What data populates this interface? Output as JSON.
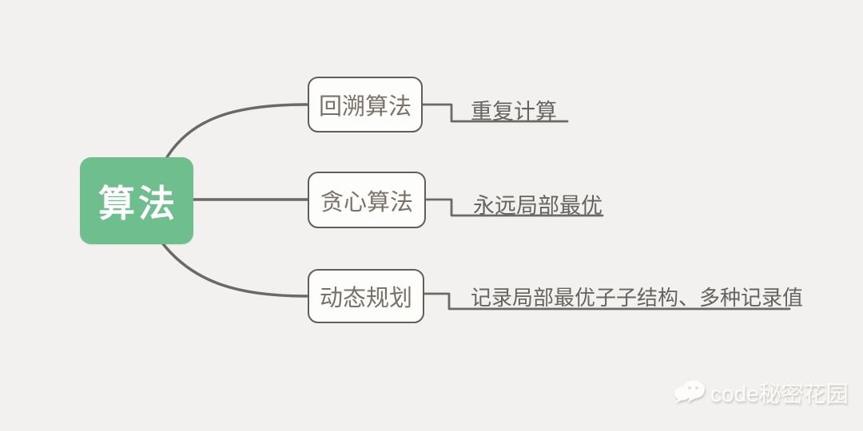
{
  "mindmap": {
    "root": {
      "label": "算法"
    },
    "branches": [
      {
        "node": "回溯算法",
        "leaf": "重复计算"
      },
      {
        "node": "贪心算法",
        "leaf": "永远局部最优"
      },
      {
        "node": "动态规划",
        "leaf": "记录局部最优子子结构、多种记录值"
      }
    ],
    "colors": {
      "background": "#F2F1EF",
      "root_fill": "#6FBF8E",
      "root_text": "#FFFFFF",
      "node_border": "#615E5A",
      "node_fill": "#FDFDFC",
      "node_text": "#7A7164",
      "leaf_text": "#67635E",
      "connector": "#6B6965"
    }
  },
  "watermark": {
    "icon": "wechat-icon",
    "text": "code秘密花园"
  }
}
